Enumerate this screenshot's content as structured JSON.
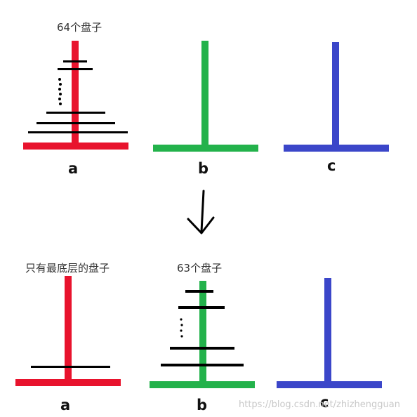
{
  "top": {
    "caption": "64个盘子",
    "pegs": [
      {
        "label": "a",
        "color": "#e8132d"
      },
      {
        "label": "b",
        "color": "#23b24b"
      },
      {
        "label": "c",
        "color": "#3b46c9"
      }
    ]
  },
  "bottom": {
    "caption_a": "只有最底层的盘子",
    "caption_b": "63个盘子",
    "pegs": [
      {
        "label": "a",
        "color": "#e8132d"
      },
      {
        "label": "b",
        "color": "#23b24b"
      },
      {
        "label": "c",
        "color": "#3b46c9"
      }
    ]
  },
  "disk_color": "#000000",
  "arrow_icon": "down-arrow-icon",
  "watermark": "https://blog.csdn.net/zhizhengguan"
}
